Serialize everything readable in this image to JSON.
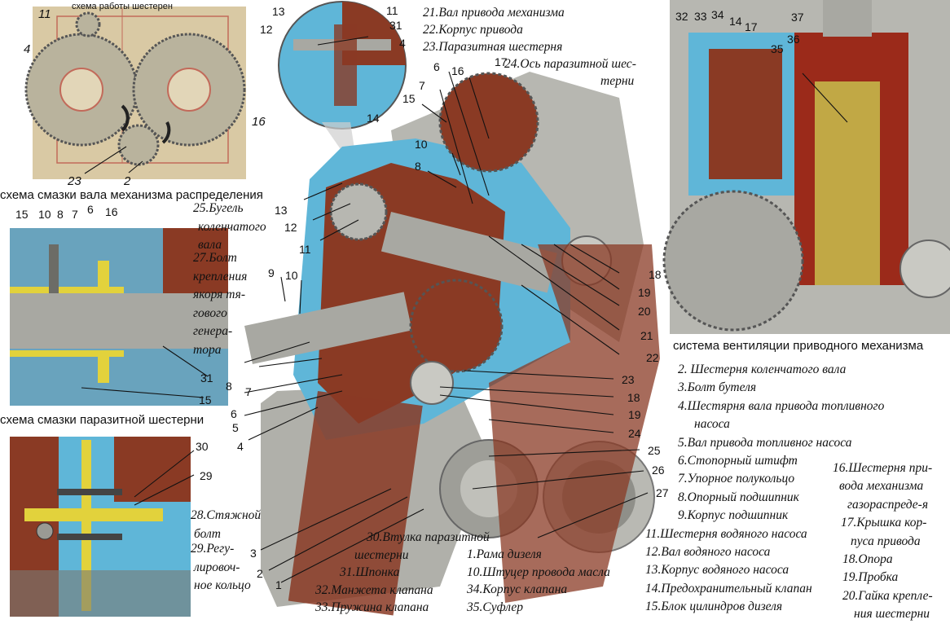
{
  "panels": {
    "gear_scheme": {
      "title": "схема работы шестерен",
      "labels": [
        "11",
        "4",
        "16",
        "23",
        "2"
      ]
    },
    "shaft_lube": {
      "title": "схема смазки вала механизма распределения",
      "labels": [
        "15",
        "10",
        "8",
        "7",
        "6",
        "16",
        "31",
        "15"
      ]
    },
    "idler_lube": {
      "title": "схема смазки паразитной шестерни",
      "labels": [
        "30",
        "29"
      ]
    },
    "ventilation": {
      "title": "система вентиляции приводного механизма",
      "labels": [
        "32",
        "33",
        "34",
        "14",
        "17",
        "37",
        "35",
        "36"
      ]
    },
    "inset": {
      "labels": [
        "13",
        "12",
        "11",
        "31",
        "4"
      ]
    }
  },
  "main_labels": [
    "14",
    "15",
    "17",
    "6",
    "16",
    "7",
    "10",
    "8",
    "13",
    "12",
    "11",
    "9",
    "10",
    "8",
    "7",
    "6",
    "5",
    "4",
    "18",
    "19",
    "20",
    "21",
    "22",
    "23",
    "18",
    "19",
    "24",
    "25",
    "26",
    "27",
    "3",
    "2",
    "1"
  ],
  "side_notes": {
    "n25": [
      "25.Бугель",
      "коленчатого",
      "вала"
    ],
    "n27": [
      "27.Болт",
      "крепления",
      "якоря тя-",
      "гового",
      "генера-",
      "тора"
    ],
    "n28": [
      "28.Стяжной",
      "болт"
    ],
    "n29": [
      "29.Регу-",
      "лировоч-",
      "ное кольцо"
    ]
  },
  "legend_top": [
    "21.Вал привода механизма",
    "22.Корпус привода",
    "23.Паразитная шестерня",
    "24.Ось паразитной шес-",
    "терни"
  ],
  "legend_right": [
    "2. Шестерня коленчатого вала",
    "3.Болт бутеля",
    "4.Шестярня вала привода топливного",
    "насоса",
    "5.Вал привода топливног насоса",
    "6.Стопорный штифт",
    "7.Упорное полукольцо",
    "8.Опорный подшипник",
    "9.Корпус подшипник",
    "11.Шестерня водяного насоса",
    "12.Вал водяного насоса",
    "13.Корпус водяного насоса",
    "14.Предохранительный клапан",
    "15.Блок цилиндров дизеля"
  ],
  "legend_far_right": [
    "16.Шестерня при-",
    "вода механизма",
    "газораспреде-я",
    "17.Крышка кор-",
    "пуса привода",
    "18.Опора",
    "19.Пробка",
    "20.Гайка крепле-",
    "ния шестерни"
  ],
  "legend_bottom_mid": [
    "1.Рама дизеля",
    "10.Штуцер провода масла",
    "34.Корпус клапана",
    "35.Суфлер"
  ],
  "legend_bottom_left": [
    "30.Втулка паразитной",
    "шестерни",
    "31.Шпонка",
    "32.Манжета клапана",
    "33.Пружина клапана"
  ],
  "colors": {
    "oil_blue": "#5fb6d8",
    "metal_grey": "#9a9a94",
    "rust_red": "#8a3a24",
    "paper": "#d9c9a4",
    "oil_yellow": "#e2d23c"
  }
}
